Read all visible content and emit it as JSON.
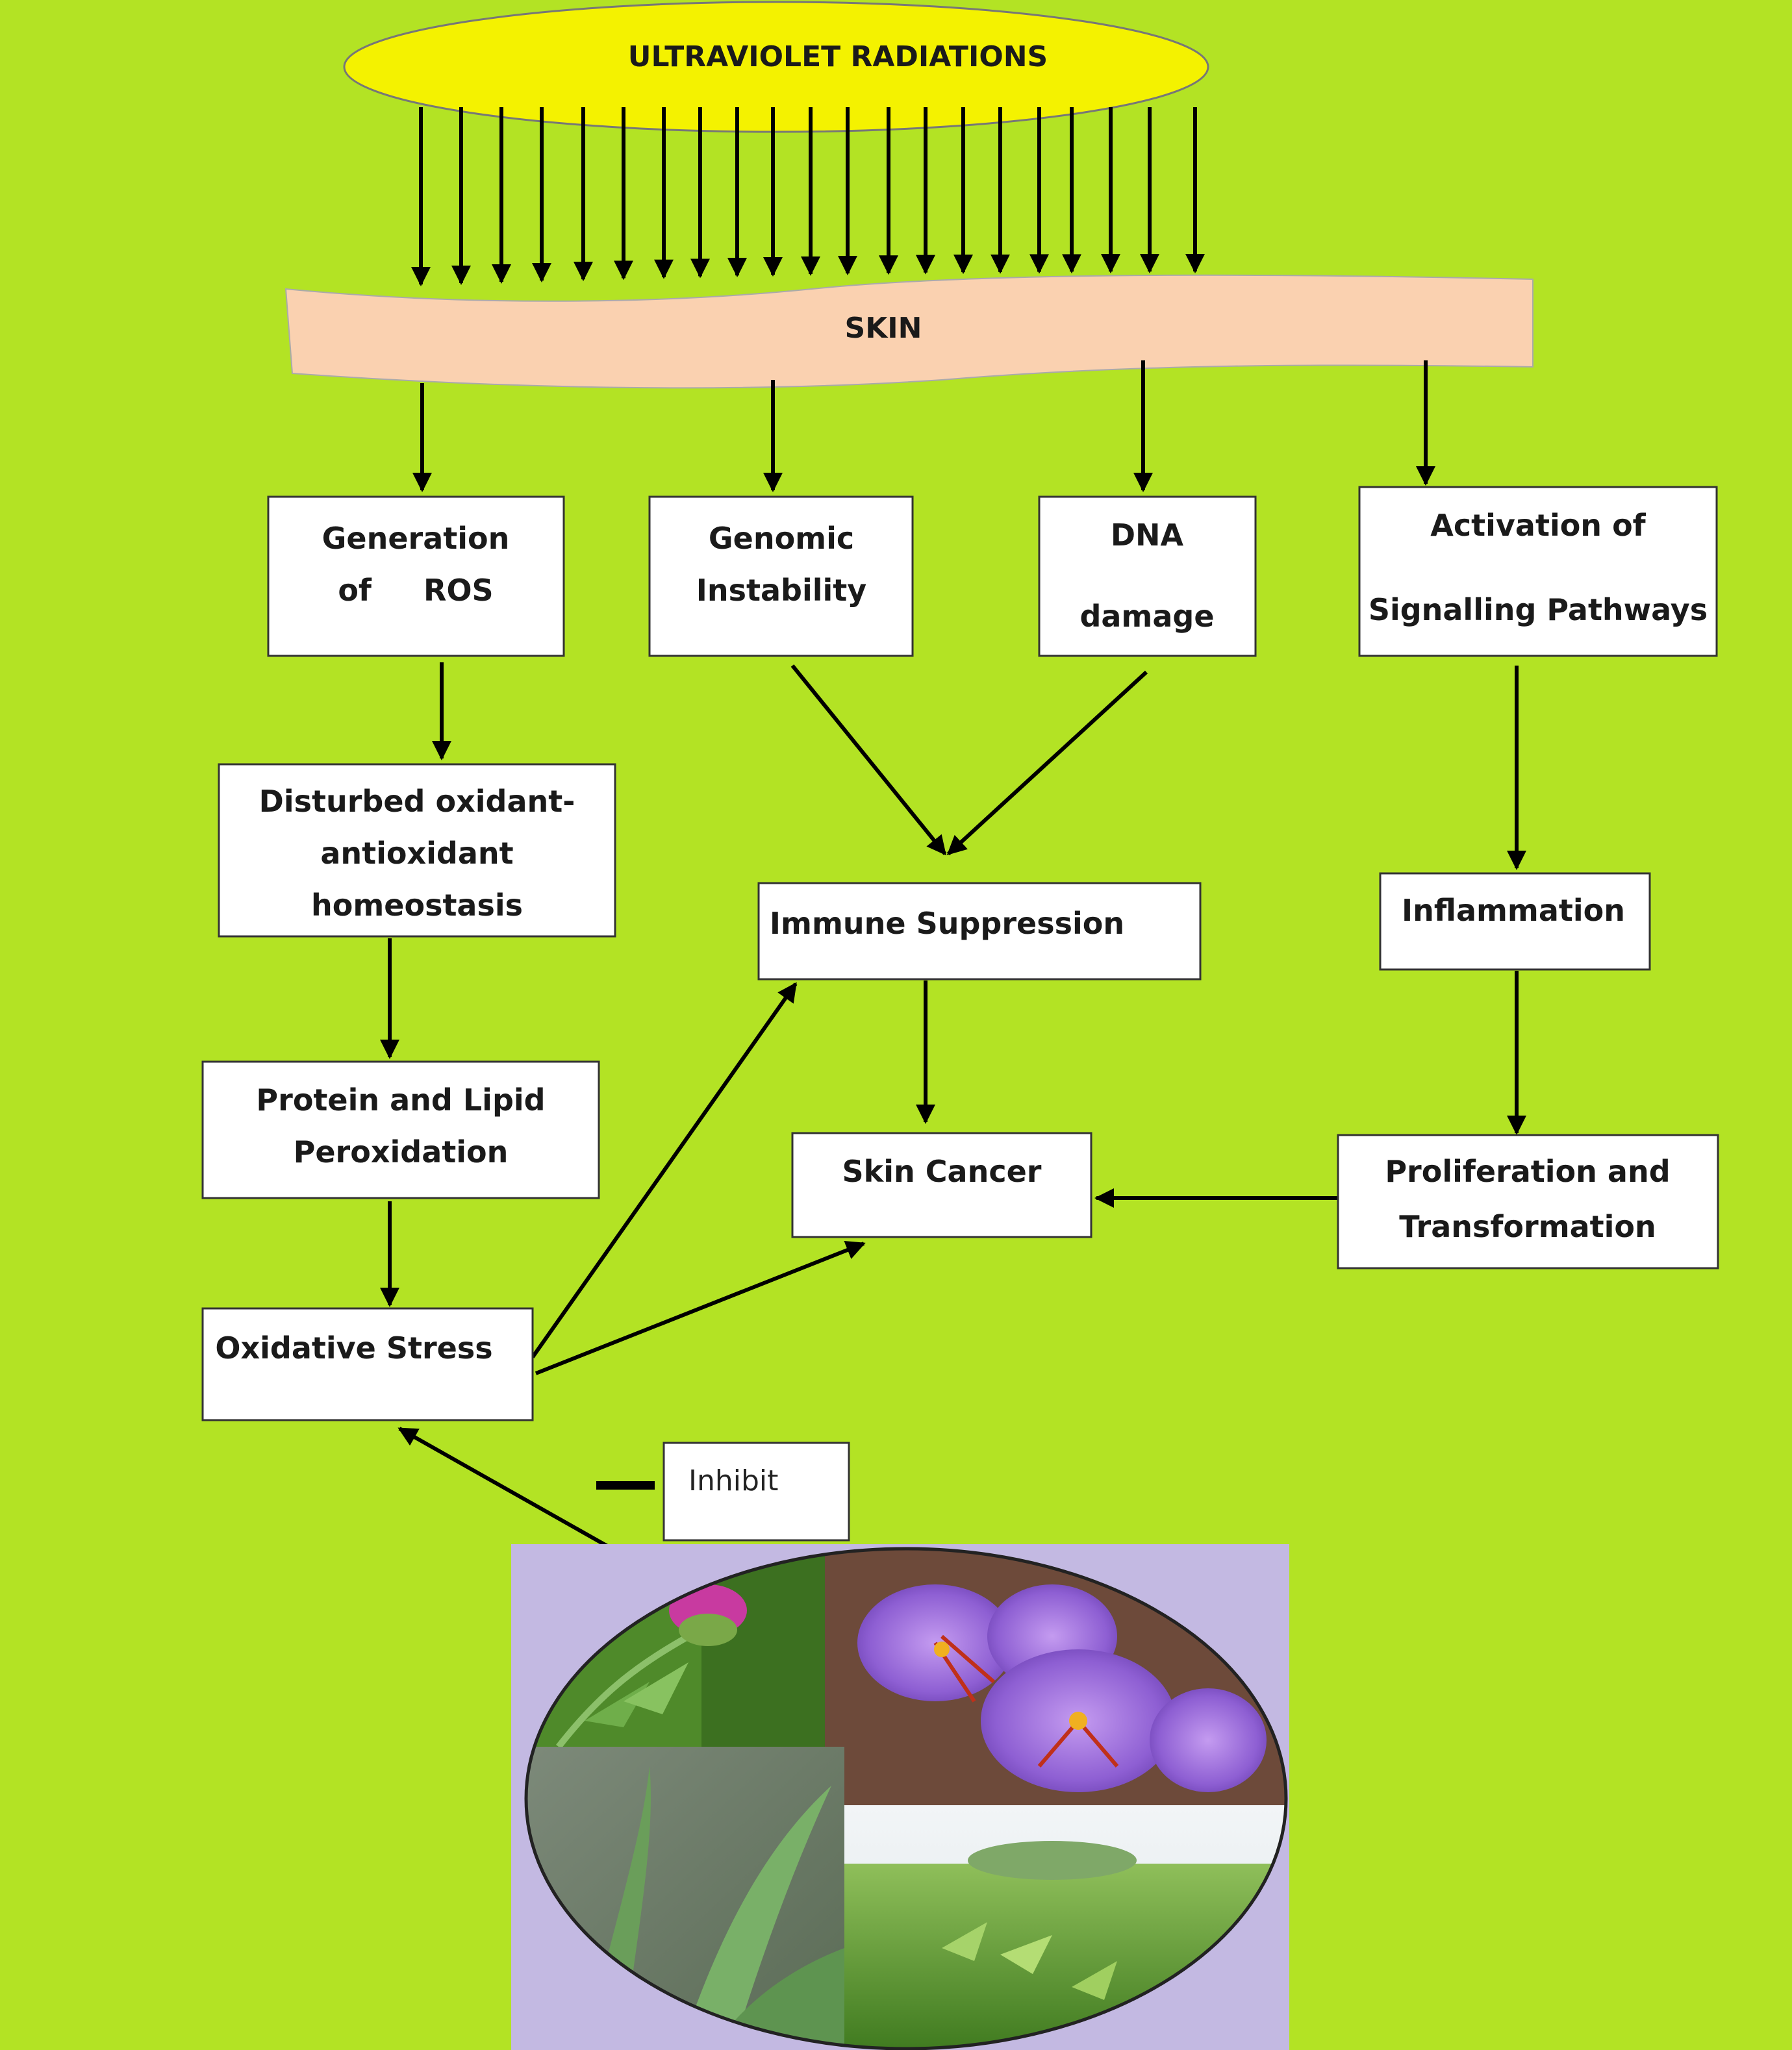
{
  "colors": {
    "background": "#b3e324",
    "ellipse": "#f4f200",
    "skin": "#fad1b0",
    "photo_backdrop": "#c3b9e2"
  },
  "uv": {
    "label": "ULTRAVIOLET RADIATIONS"
  },
  "skin": {
    "label": "SKIN"
  },
  "nodes": {
    "ros": {
      "lines": [
        "Generation",
        "of     ROS"
      ]
    },
    "genomic": {
      "lines": [
        "Genomic",
        "Instability"
      ]
    },
    "dna": {
      "lines": [
        "DNA",
        "damage"
      ]
    },
    "signalling": {
      "lines": [
        "Activation of",
        "Signalling Pathways"
      ]
    },
    "homeostasis": {
      "lines": [
        "Disturbed oxidant-",
        "antioxidant",
        "homeostasis"
      ]
    },
    "immune": {
      "lines": [
        "Immune Suppression"
      ]
    },
    "inflammation": {
      "lines": [
        "Inflammation"
      ]
    },
    "peroxidation": {
      "lines": [
        "Protein and Lipid",
        "Peroxidation"
      ]
    },
    "cancer": {
      "lines": [
        "Skin Cancer"
      ]
    },
    "proliferation": {
      "lines": [
        "Proliferation and",
        "Transformation"
      ]
    },
    "oxidative": {
      "lines": [
        "Oxidative Stress"
      ]
    }
  },
  "inhibit": {
    "label": "Inhibit"
  },
  "photos": [
    "thistle-flower",
    "saffron-crocus-flowers",
    "aloe-vera-leaves",
    "tea-plant-field"
  ]
}
